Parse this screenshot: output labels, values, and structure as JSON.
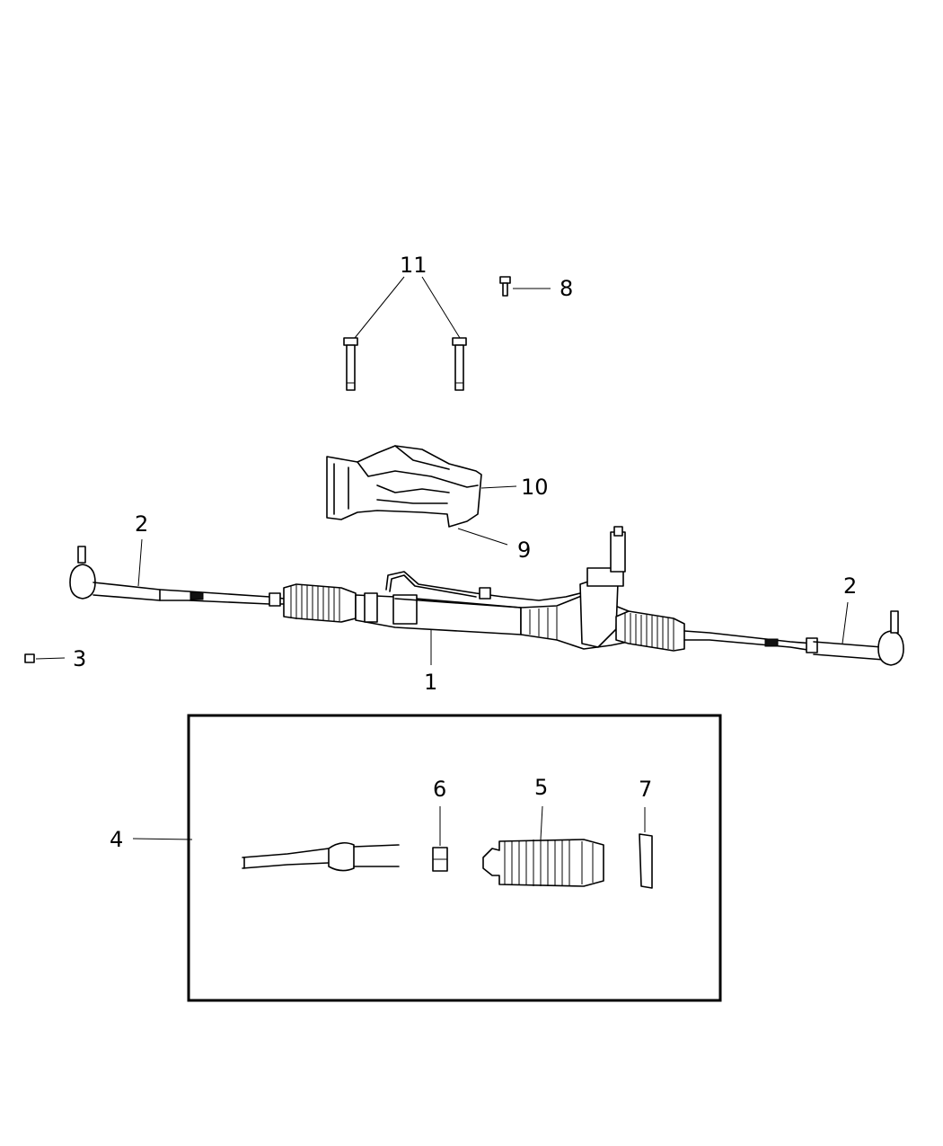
{
  "callouts": {
    "c1": "1",
    "c2_left": "2",
    "c2_right": "2",
    "c3": "3",
    "c4": "4",
    "c5": "5",
    "c6": "6",
    "c7": "7",
    "c8": "8",
    "c9": "9",
    "c10": "10",
    "c11": "11"
  },
  "icons": {
    "gear_assembly": "steering-rack-gear-icon",
    "tie_rod_end": "tie-rod-end-icon",
    "boot": "bellows-boot-icon",
    "bolt": "bolt-icon",
    "nut": "nut-icon"
  },
  "colors": {
    "line": "#000000",
    "background": "#ffffff"
  }
}
